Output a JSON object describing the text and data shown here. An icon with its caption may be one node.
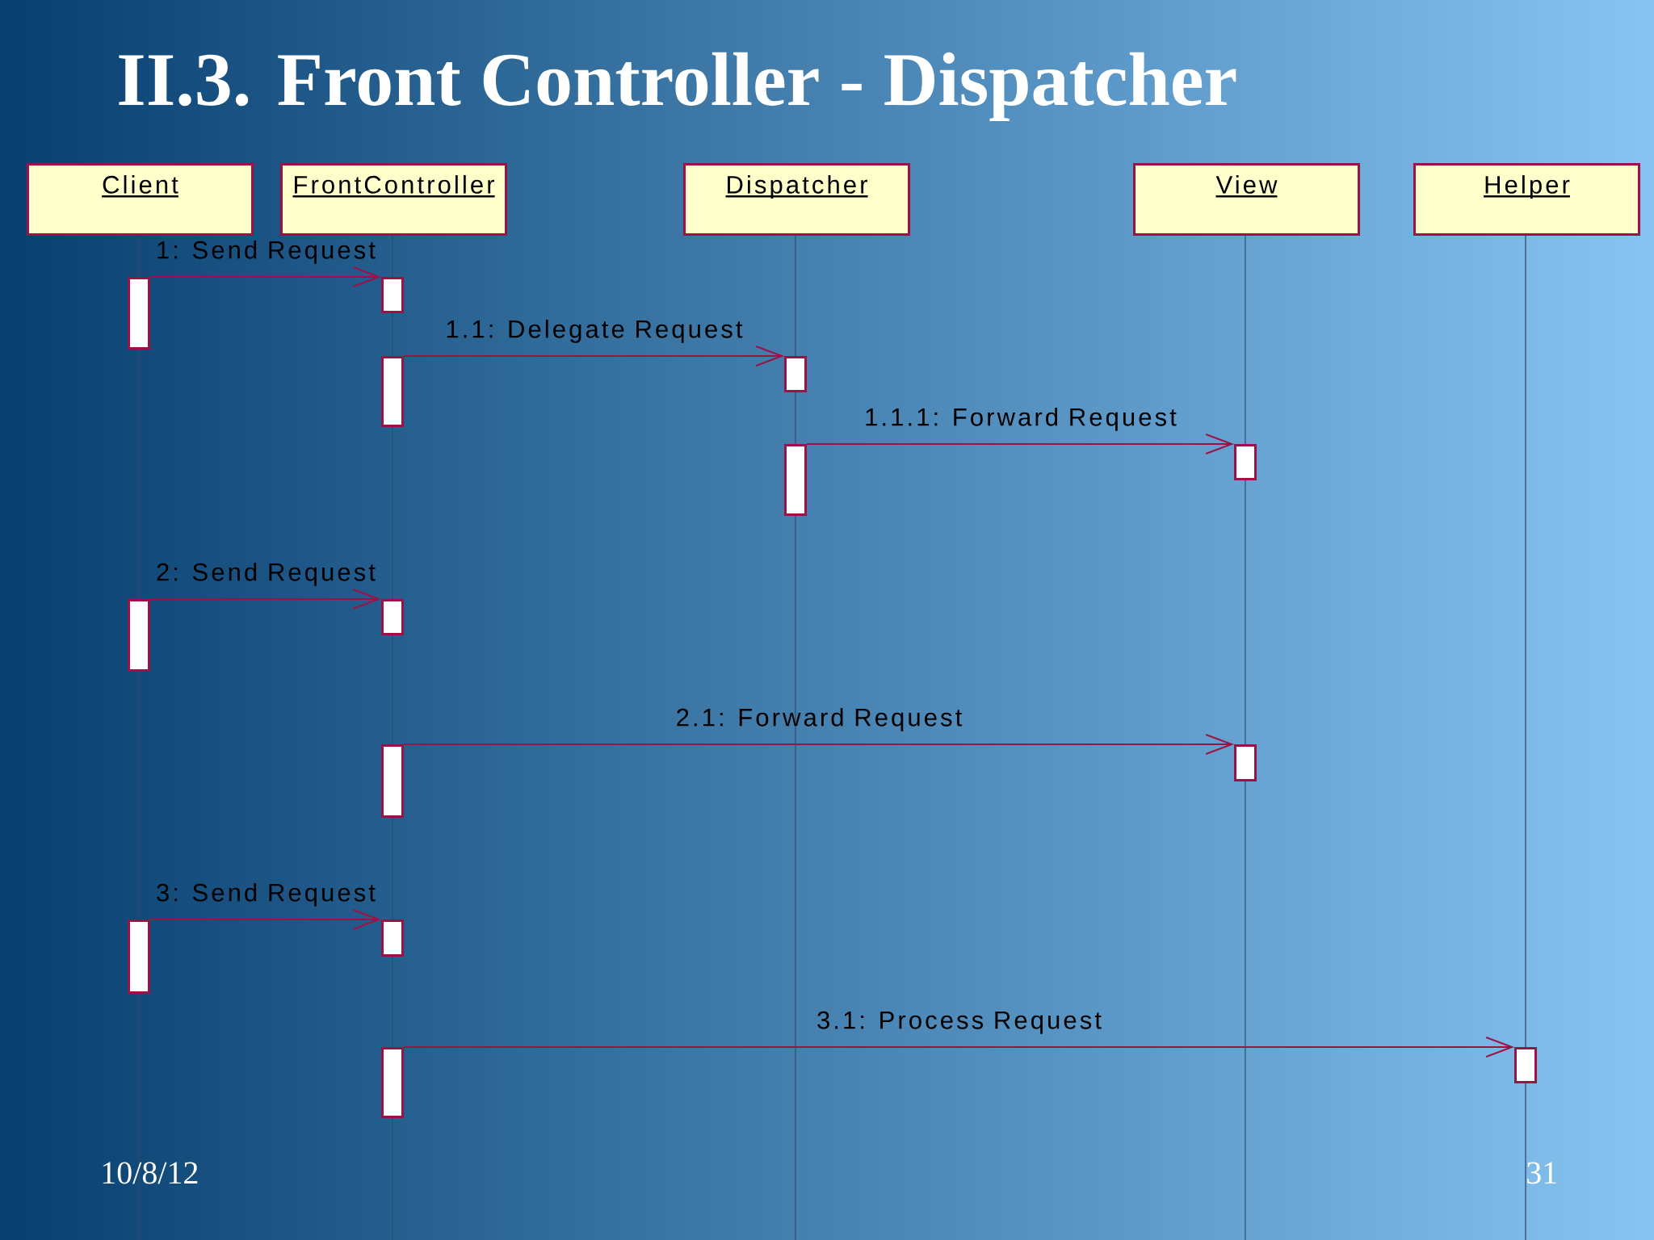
{
  "diagram": {
    "title": "II.3. Front Controller - Dispatcher",
    "nodes": [
      {
        "text": [
          "Client"
        ]
      },
      {
        "text": [
          "FrontController"
        ]
      },
      {
        "text": [
          "Dispatcher"
        ]
      },
      {
        "text": [
          "View"
        ]
      },
      {
        "text": [
          "Helper"
        ]
      },
      {
        "text": [],
        "shape": "bar"
      },
      {
        "text": [],
        "shape": "bar"
      },
      {
        "text": [],
        "shape": "bar"
      },
      {
        "text": [],
        "shape": "bar"
      },
      {
        "text": [],
        "shape": "bar"
      },
      {
        "text": [],
        "shape": "bar"
      },
      {
        "text": [],
        "shape": "bar"
      },
      {
        "text": [],
        "shape": "bar"
      },
      {
        "text": [],
        "shape": "bar"
      },
      {
        "text": [],
        "shape": "bar"
      },
      {
        "text": [],
        "shape": "bar"
      },
      {
        "text": [],
        "shape": "bar"
      },
      {
        "text": [],
        "shape": "bar"
      },
      {
        "text": [],
        "shape": "bar"
      }
    ],
    "edges": [
      {
        "from": 5,
        "to": 6,
        "arrow": "to",
        "label": "1: Send Request"
      },
      {
        "from": 7,
        "to": 8,
        "arrow": "to",
        "label": "1.1: Delegate Request"
      },
      {
        "from": 9,
        "to": 10,
        "arrow": "to",
        "label": "1.1.1: Forward Request"
      },
      {
        "from": 11,
        "to": 12,
        "arrow": "to",
        "label": "2: Send Request"
      },
      {
        "from": 13,
        "to": 14,
        "arrow": "to",
        "label": "2.1: Forward Request"
      },
      {
        "from": 15,
        "to": 16,
        "arrow": "to",
        "label": "3: Send Request"
      },
      {
        "from": 17,
        "to": 18,
        "arrow": "to",
        "label": "3.1: Process Request"
      }
    ],
    "labels": [
      "10/8/12",
      "31"
    ]
  }
}
